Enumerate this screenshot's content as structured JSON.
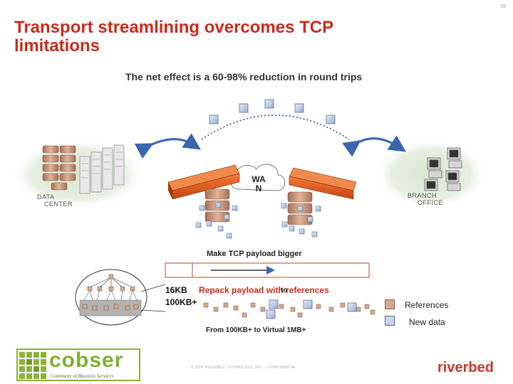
{
  "slide": {
    "page_number": "15",
    "title": "Transport streamlining overcomes TCP limitations",
    "subtitle": "The net effect is a 60-98% reduction in round trips"
  },
  "network": {
    "data_center_label_line1": "DATA",
    "data_center_label_line2": "CENTER",
    "branch_office_label_line1": "BRANCH",
    "branch_office_label_line2": "OFFICE",
    "wan_label_line1": "WA",
    "wan_label_line2": "N"
  },
  "payload": {
    "heading": "Make TCP payload bigger",
    "size_small": "16KB",
    "repack_text": "Repack payload with references",
    "to_text": "to",
    "size_large": "100KB+",
    "from_text": "From 100KB+   to  Virtual 1MB+"
  },
  "legend": {
    "references_label": "References",
    "new_data_label": "New data",
    "references_color": "#d9a98f",
    "new_data_color": "#c7d3e6"
  },
  "footer": {
    "confidential_text": "© 2005 RIVERBED TECHNOLOGY, INC. – CONFIDENTIAL",
    "cobser_logo_text": "cobser",
    "cobser_tagline": "Continuity of Business Services",
    "riverbed_logo_text": "riverbed"
  },
  "colors": {
    "title_red": "#cc2a1a",
    "arrow_blue": "#3a66b0",
    "appliance_orange": "#e25a1c",
    "disk_tan": "#c99a80"
  }
}
